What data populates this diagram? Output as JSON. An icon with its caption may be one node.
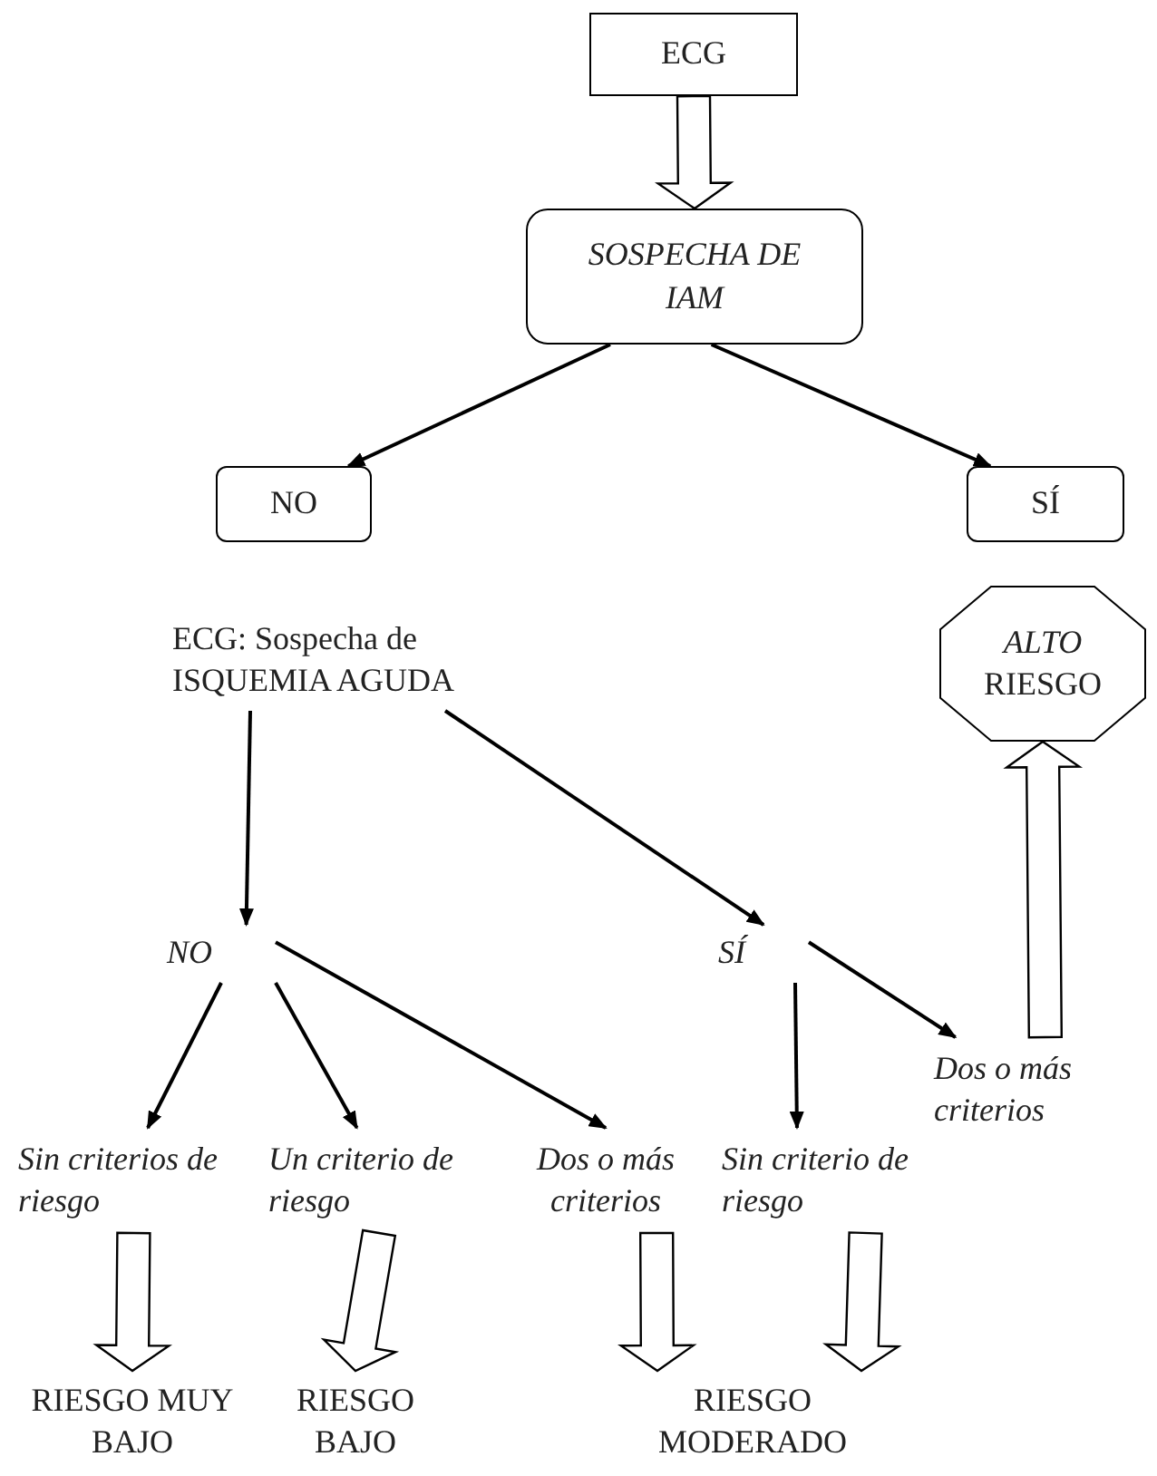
{
  "diagram": {
    "nodes": [
      {
        "text": [
          "ECG"
        ]
      },
      {
        "text": [
          "SOSPECHA DE IAM"
        ]
      },
      {
        "text": [
          "NO"
        ]
      },
      {
        "text": [
          "SÍ"
        ]
      },
      {
        "text": [
          "ECG: Sospecha de ISQUEMIA AGUDA"
        ]
      },
      {
        "text": [
          "*ALTO* RIESGO"
        ]
      },
      {
        "text": [
          "NO"
        ]
      },
      {
        "text": [
          "SÍ"
        ]
      },
      {
        "text": [
          "Sin criterios de riesgo"
        ]
      },
      {
        "text": [
          "Un criterio de riesgo"
        ]
      },
      {
        "text": [
          "Dos o más criterios"
        ]
      },
      {
        "text": [
          "Sin criterio de riesgo"
        ]
      },
      {
        "text": [
          "Dos o más criterios"
        ]
      },
      {
        "text": [
          "RIESGO MUY BAJO"
        ]
      },
      {
        "text": [
          "RIESGO BAJO"
        ]
      },
      {
        "text": [
          "RIESGO MODERADO"
        ]
      }
    ],
    "edges": [
      {
        "from": 0,
        "to": 1,
        "arrow": "to",
        "style": "thick"
      },
      {
        "from": 1,
        "to": 2,
        "arrow": "to"
      },
      {
        "from": 1,
        "to": 3,
        "arrow": "to"
      },
      {
        "from": 4,
        "to": 6,
        "arrow": "to"
      },
      {
        "from": 4,
        "to": 7,
        "arrow": "to"
      },
      {
        "from": 6,
        "to": 8,
        "arrow": "to"
      },
      {
        "from": 6,
        "to": 9,
        "arrow": "to"
      },
      {
        "from": 6,
        "to": 10,
        "arrow": "to"
      },
      {
        "from": 7,
        "to": 11,
        "arrow": "to"
      },
      {
        "from": 7,
        "to": 12,
        "arrow": "to"
      },
      {
        "from": 8,
        "to": 13,
        "arrow": "to",
        "style": "thick"
      },
      {
        "from": 9,
        "to": 14,
        "arrow": "to",
        "style": "thick"
      },
      {
        "from": 10,
        "to": 15,
        "arrow": "to",
        "style": "thick"
      },
      {
        "from": 11,
        "to": 15,
        "arrow": "to",
        "style": "thick"
      },
      {
        "from": 12,
        "to": 5,
        "arrow": "to",
        "style": "thick"
      }
    ]
  }
}
